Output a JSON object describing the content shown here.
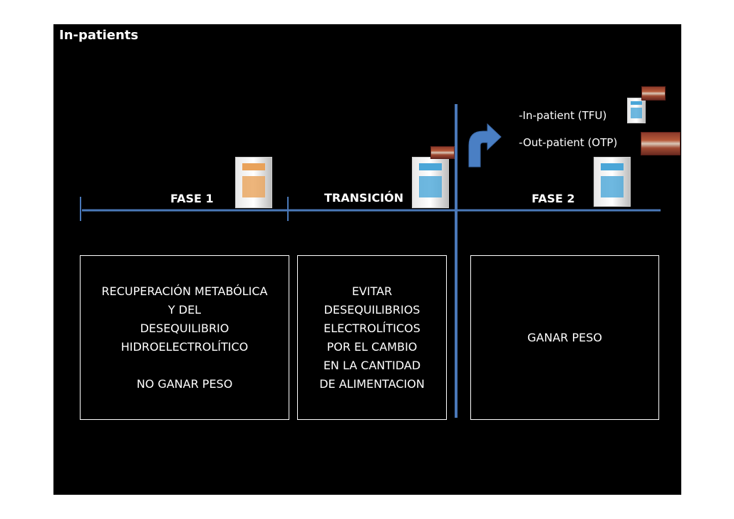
{
  "slide": {
    "title": "In-patients",
    "background": "#000000",
    "line_color": "#4a78b8"
  },
  "phases": {
    "fase1": "FASE 1",
    "transicion": "TRANSICIÓN",
    "fase2": "FASE 2"
  },
  "legend": {
    "inpatient": "-In-patient (TFU)",
    "outpatient": "-Out-patient (OTP)"
  },
  "boxes": {
    "fase1": {
      "line1": "RECUPERACIÓN METABÓLICA",
      "line2": "Y DEL",
      "line3": "DESEQUILIBRIO",
      "line4": "HIDROELECTROLÍTICO",
      "line5": "NO GANAR PESO"
    },
    "transicion": {
      "line1": "EVITAR",
      "line2": "DESEQUILIBRIOS",
      "line3": "ELECTROLÍTICOS",
      "line4": "POR EL CAMBIO",
      "line5": "EN LA CANTIDAD",
      "line6": "DE ALIMENTACION"
    },
    "fase2": {
      "line1": "GANAR PESO"
    }
  },
  "icons": {
    "arrow": "curved-arrow-icon",
    "orange_package": "orange-milk-package-icon",
    "blue_package": "blue-milk-package-icon",
    "sachet": "rutf-sachet-icon"
  }
}
